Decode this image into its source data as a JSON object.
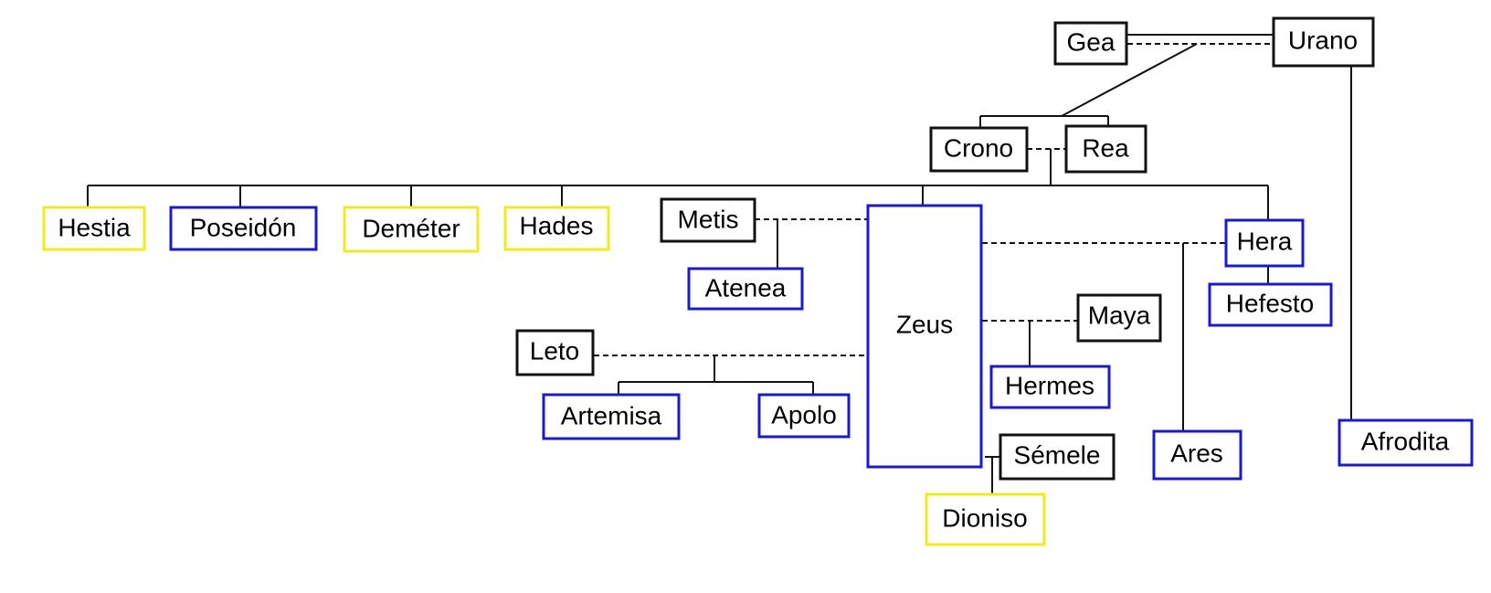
{
  "colors": {
    "border_default": "#111111",
    "border_blue": "#1a1acc",
    "border_yellow": "#f2ea1c",
    "line": "#111111",
    "background": "#ffffff"
  },
  "nodes": {
    "gea": {
      "label": "Gea",
      "border": "black"
    },
    "urano": {
      "label": "Urano",
      "border": "black"
    },
    "crono": {
      "label": "Crono",
      "border": "black"
    },
    "rea": {
      "label": "Rea",
      "border": "black"
    },
    "hestia": {
      "label": "Hestia",
      "border": "yellow"
    },
    "poseidon": {
      "label": "Poseidón",
      "border": "blue"
    },
    "demeter": {
      "label": "Deméter",
      "border": "yellow"
    },
    "hades": {
      "label": "Hades",
      "border": "yellow"
    },
    "metis": {
      "label": "Metis",
      "border": "black"
    },
    "atenea": {
      "label": "Atenea",
      "border": "blue"
    },
    "zeus": {
      "label": "Zeus",
      "border": "blue"
    },
    "hera": {
      "label": "Hera",
      "border": "blue"
    },
    "hefesto": {
      "label": "Hefesto",
      "border": "blue"
    },
    "maya": {
      "label": "Maya",
      "border": "black"
    },
    "hermes": {
      "label": "Hermes",
      "border": "blue"
    },
    "leto": {
      "label": "Leto",
      "border": "black"
    },
    "artemisa": {
      "label": "Artemisa",
      "border": "blue"
    },
    "apolo": {
      "label": "Apolo",
      "border": "blue"
    },
    "semele": {
      "label": "Sémele",
      "border": "black"
    },
    "dioniso": {
      "label": "Dioniso",
      "border": "yellow"
    },
    "ares": {
      "label": "Ares",
      "border": "blue"
    },
    "afrodita": {
      "label": "Afrodita",
      "border": "blue"
    }
  }
}
